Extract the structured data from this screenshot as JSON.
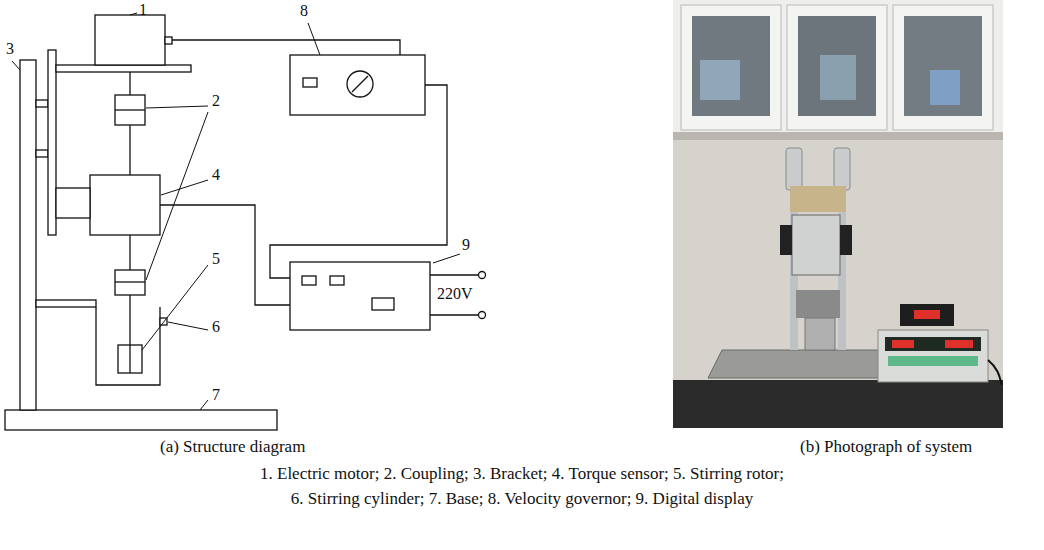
{
  "diagram": {
    "labels": [
      "1",
      "2",
      "3",
      "4",
      "5",
      "6",
      "7",
      "8",
      "9",
      "220V",
      "(a) Structure diagram",
      "(b) Photograph of system",
      "1. Electric motor; 2. Coupling; 3. Bracket; 4. Torque sensor; 5. Stirring rotor;",
      "6. Stirring cylinder; 7. Base; 8. Velocity governor; 9. Digital display"
    ]
  }
}
